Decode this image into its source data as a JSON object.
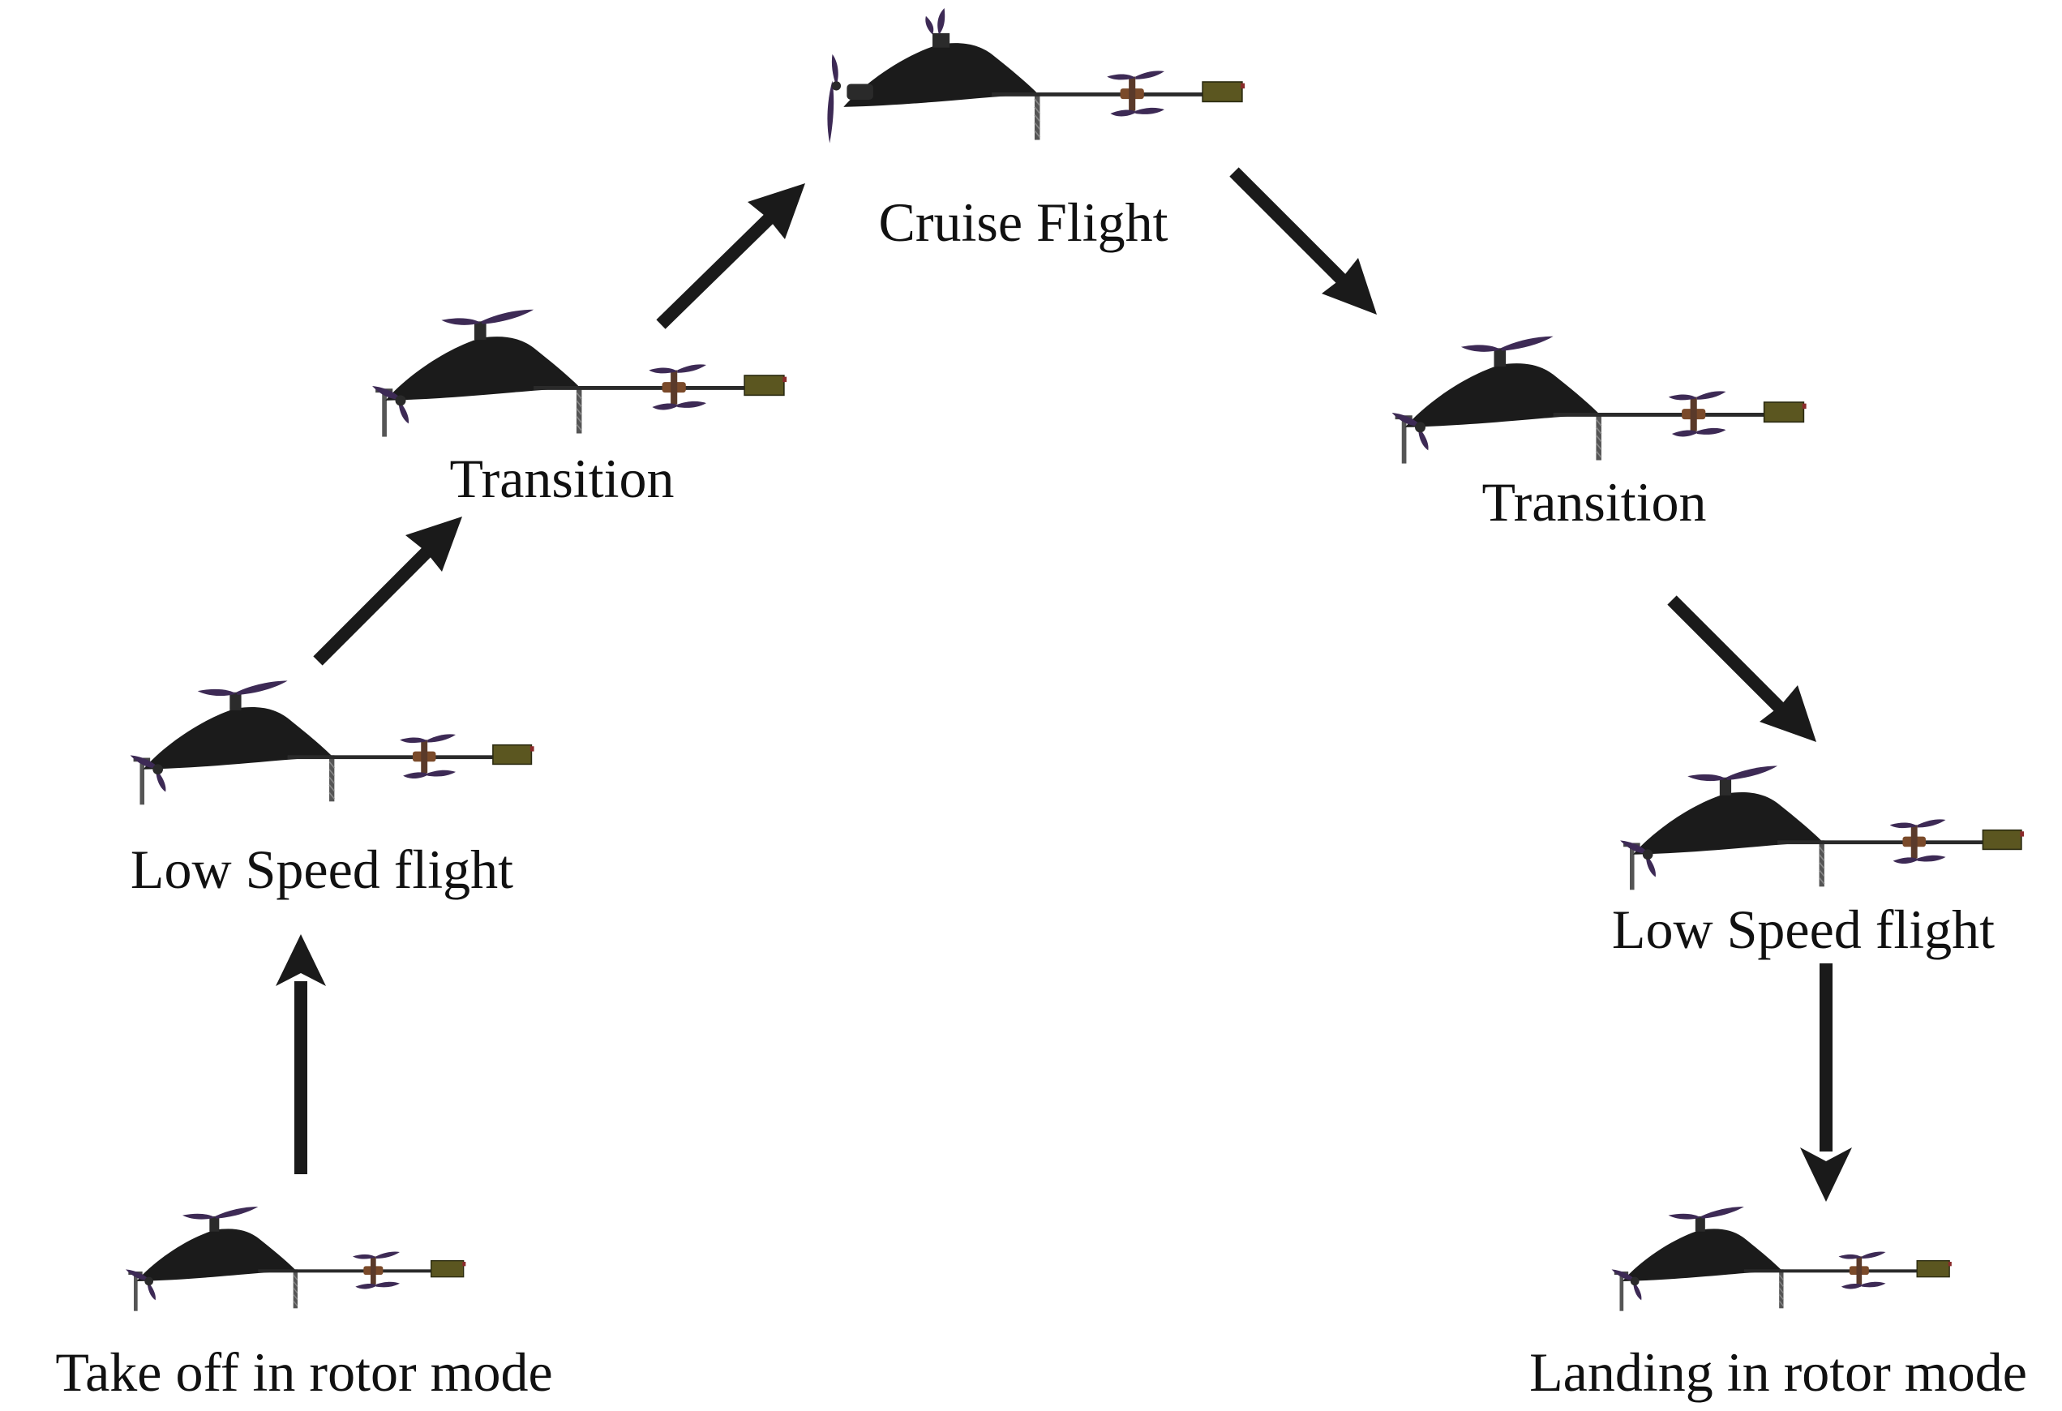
{
  "flight_phases": [
    {
      "id": "takeoff",
      "label": "Take off in rotor mode"
    },
    {
      "id": "low_speed_1",
      "label": "Low Speed flight"
    },
    {
      "id": "transition_1",
      "label": "Transition"
    },
    {
      "id": "cruise",
      "label": "Cruise Flight"
    },
    {
      "id": "transition_2",
      "label": "Transition"
    },
    {
      "id": "low_speed_2",
      "label": "Low Speed flight"
    },
    {
      "id": "landing",
      "label": "Landing in rotor mode"
    }
  ],
  "colors": {
    "fuselage": "#1b1b1b",
    "propeller": "#3d2a55",
    "hub": "#7a4a2a",
    "tail_box": "#5b5620",
    "boom": "#2a2a2a",
    "arrow": "#1a1a1a",
    "text": "#111111"
  }
}
